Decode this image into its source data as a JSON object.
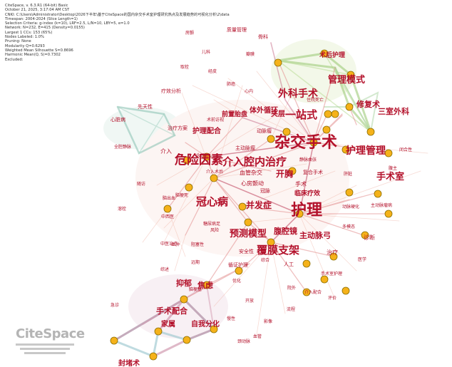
{
  "header": {
    "lines": [
      "CiteSpace, v. 6.3.R1 (64-bit) Basic",
      "October 21, 2025, 3:17:04 AM CST",
      "CNKI: C:\\Users\\Administrator\\Desktop\\2026下半年\\基于CiteSpace的国内杂交手术室护理研究热点及发展趋势的可视化分析\\2\\data",
      "Timespan: 2004-2024 (Slice Length=1)",
      "Selection Criteria: g-index (k=10), LRF=2.5, L/N=10, LBY=5, e=1.0",
      "Network: N=232, E=415 (Density=0.0155)",
      "Largest 1 CCs: 153 (65%)",
      "Nodes Labeled: 1.0%",
      "Pruning: None",
      "Modularity Q=0.6293",
      "Weighted Mean Silhouette S=0.8696",
      "Harmonic Mean(Q, S)=0.7302",
      "Excluded:"
    ]
  },
  "keywords": {
    "k1": "杂交手术",
    "k2": "护理",
    "k3": "危险因素",
    "k4": "介入腔内治疗",
    "k5": "冠心病",
    "k6": "覆膜支架",
    "k7": "一站式",
    "k8": "外科手术",
    "k9": "护理管理",
    "k10": "手术室",
    "k11": "管理模式",
    "k12": "预测模型",
    "k13": "并发症",
    "k14": "开胸",
    "k15": "腹腔镜",
    "k16": "主动脉弓",
    "k17": "焦虑",
    "k18": "抑郁",
    "k19": "手术配合",
    "k20": "家属",
    "k21": "自我分化",
    "k22": "封堵术",
    "k23": "修复术",
    "k24": "三室外科",
    "k25": "术后护理",
    "k26": "前置胎盘",
    "k27": "体外循环",
    "k28": "夹层",
    "k29": "护理配合",
    "k30": "临床疗效",
    "k31": "心脏病",
    "k32": "全腔静脉",
    "k33": "血管杂交",
    "k34": "心房颤动",
    "k35": "主动脉瘤",
    "k36": "手术",
    "k37": "治疗",
    "k38": "诊断",
    "k39": "动脉瘤",
    "k40": "安全性",
    "k41": "先天性",
    "k42": "脑梗死",
    "k43": "动脉硬化",
    "k44": "疗效分析",
    "k45": "介入",
    "k46": "复合手术",
    "k47": "下肢",
    "k48": "肝脏",
    "k49": "治疗方案",
    "k50": "人工",
    "k51": "医学",
    "k52": "循证护理",
    "k53": "头颈部",
    "k54": "脑出血",
    "k55": "院外",
    "k56": "风险",
    "k57": "血肿",
    "k58": "介入术后",
    "k59": "多模态",
    "k60": "冠脉",
    "k61": "糖尿病足",
    "k62": "主动脉瘤病",
    "k63": "综合",
    "k64": "手术室护理",
    "k65": "腹主",
    "k66": "阻塞性",
    "k67": "综述",
    "k68": "中医治疗",
    "k69": "远期",
    "k70": "中西医",
    "k71": "介入配合",
    "k72": "脑梗塞",
    "k73": "影像",
    "k74": "优化",
    "k75": "慢性",
    "k76": "开放",
    "k77": "颈动脉",
    "k78": "血管",
    "k79": "流程",
    "k80": "评价",
    "k81": "骨科",
    "k82": "质量管理",
    "k83": "经皮",
    "k84": "肺癌",
    "k85": "心内",
    "k86": "瓣膜",
    "k87": "房颤",
    "k88": "儿科",
    "k89": "闭合性",
    "k90": "静脉曲张",
    "k91": "溶栓",
    "k92": "取栓",
    "k93": "住院死亡",
    "k94": "随访",
    "k95": "急诊",
    "k96": "术前访视"
  }
}
